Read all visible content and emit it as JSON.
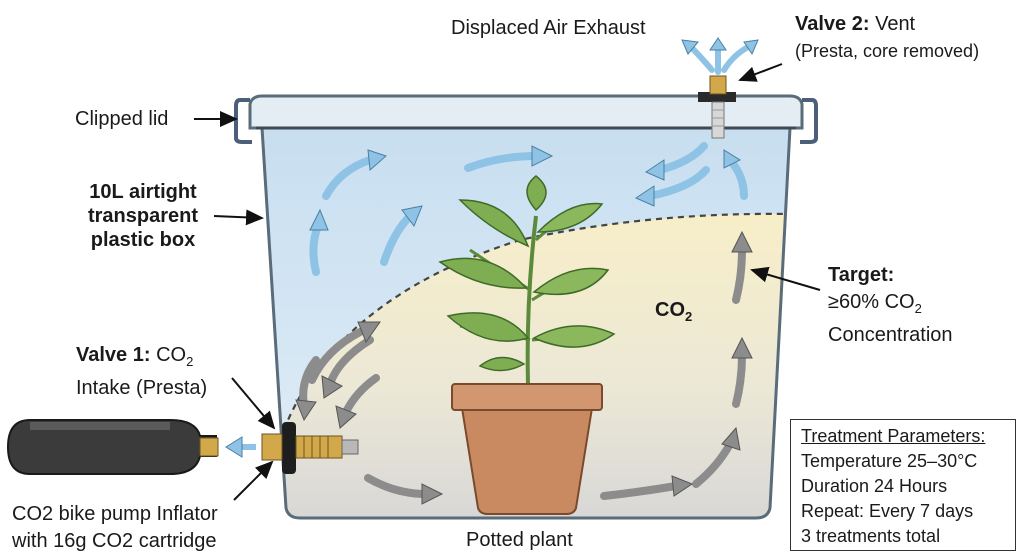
{
  "labels": {
    "exhaust": "Displaced Air Exhaust",
    "valve2_title": "Valve 2:",
    "valve2_name": "Vent",
    "valve2_detail": "(Presta, core removed)",
    "lid": "Clipped lid",
    "box_line1": "10L airtight",
    "box_line2": "transparent",
    "box_line3": "plastic box",
    "co2_main": "CO",
    "co2_sub": "2",
    "target_title": "Target:",
    "target_line2_prefix": "≥60% CO",
    "target_line2_sub": "2",
    "target_line3": "Concentration",
    "valve1_title": "Valve 1:",
    "valve1_name_prefix": "CO",
    "valve1_name_sub": "2",
    "valve1_line2": "Intake (Presta)",
    "cartridge_line1": "CO2 bike pump Inflator",
    "cartridge_line2": "with 16g CO2 cartridge",
    "plant": "Potted plant"
  },
  "parameters": {
    "header": "Treatment Parameters:",
    "rows": [
      "Temperature 25–30°C",
      "Duration 24 Hours",
      "Repeat: Every 7 days",
      "3 treatments total"
    ]
  },
  "colors": {
    "air": "#cfe3f2",
    "co2_zone": "#f5ecc8",
    "bottom_zone": "#dcdcdc",
    "blue_arrow": "#8ec3e6",
    "gray_arrow": "#8c8c8c",
    "pot": "#c98a62",
    "leaf": "#7fae52"
  }
}
